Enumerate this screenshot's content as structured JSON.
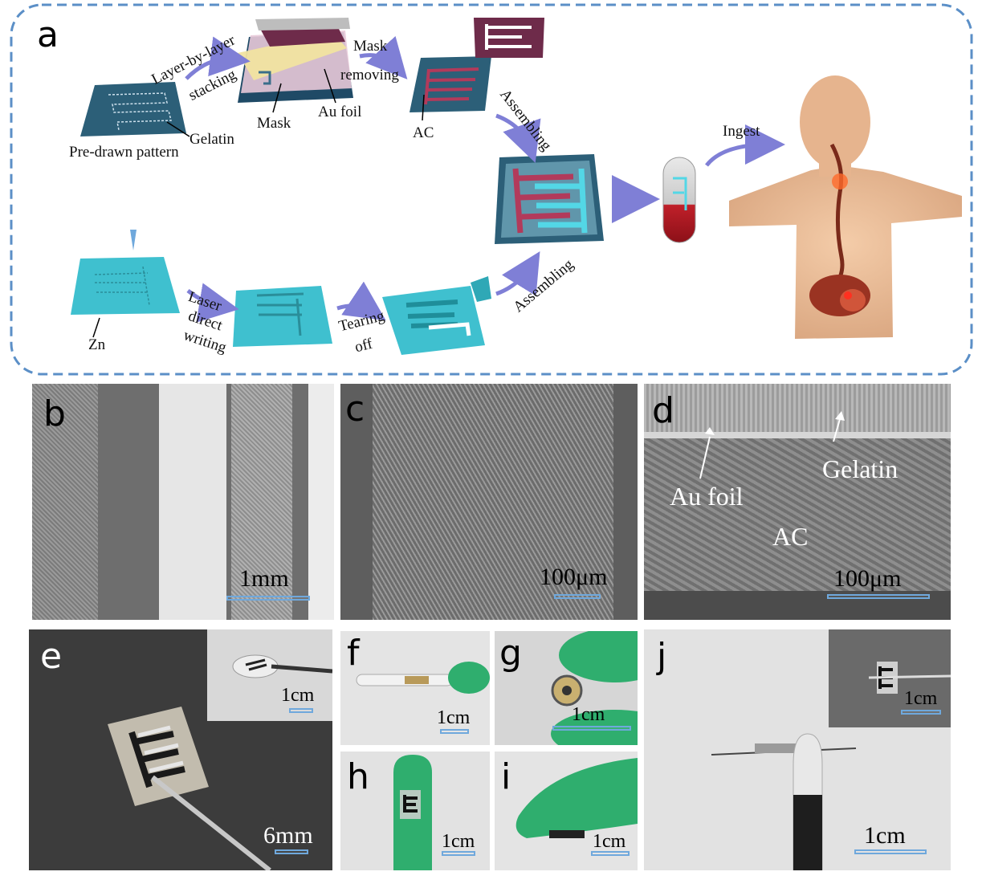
{
  "panel_a": {
    "letter": "a",
    "labels": {
      "layer_by_layer": "Layer-by-layer",
      "stacking": "stacking",
      "mask_removing_1": "Mask",
      "mask_removing_2": "removing",
      "mask": "Mask",
      "au_foil": "Au foil",
      "gelatin": "Gelatin",
      "pre_drawn": "Pre-drawn pattern",
      "ac": "AC",
      "assembling_top": "Assembling",
      "assembling_bottom": "Assembling",
      "ingest": "Ingest",
      "zn": "Zn",
      "laser_1": "Laser",
      "laser_2": "direct",
      "laser_3": "writing",
      "tearing_1": "Tearing",
      "tearing_2": "off"
    }
  },
  "panel_b": {
    "letter": "b",
    "scale": "1mm"
  },
  "panel_c": {
    "letter": "c",
    "scale": "100μm"
  },
  "panel_d": {
    "letter": "d",
    "scale": "100μm",
    "au_foil": "Au foil",
    "gelatin": "Gelatin",
    "ac": "AC"
  },
  "panel_e": {
    "letter": "e",
    "scale": "6mm",
    "inset_scale": "1cm"
  },
  "panel_f": {
    "letter": "f",
    "scale": "1cm"
  },
  "panel_g": {
    "letter": "g",
    "scale": "1cm"
  },
  "panel_h": {
    "letter": "h",
    "scale": "1cm"
  },
  "panel_i": {
    "letter": "i",
    "scale": "1cm"
  },
  "panel_j": {
    "letter": "j",
    "scale": "1cm",
    "inset_scale": "1cm"
  },
  "colors": {
    "border": "#5b8fc7",
    "scale_bar": "#6fa8dc",
    "substrate": "#2c5f78",
    "zn": "#3fc0cf",
    "arrow": "#7f7fd6"
  }
}
